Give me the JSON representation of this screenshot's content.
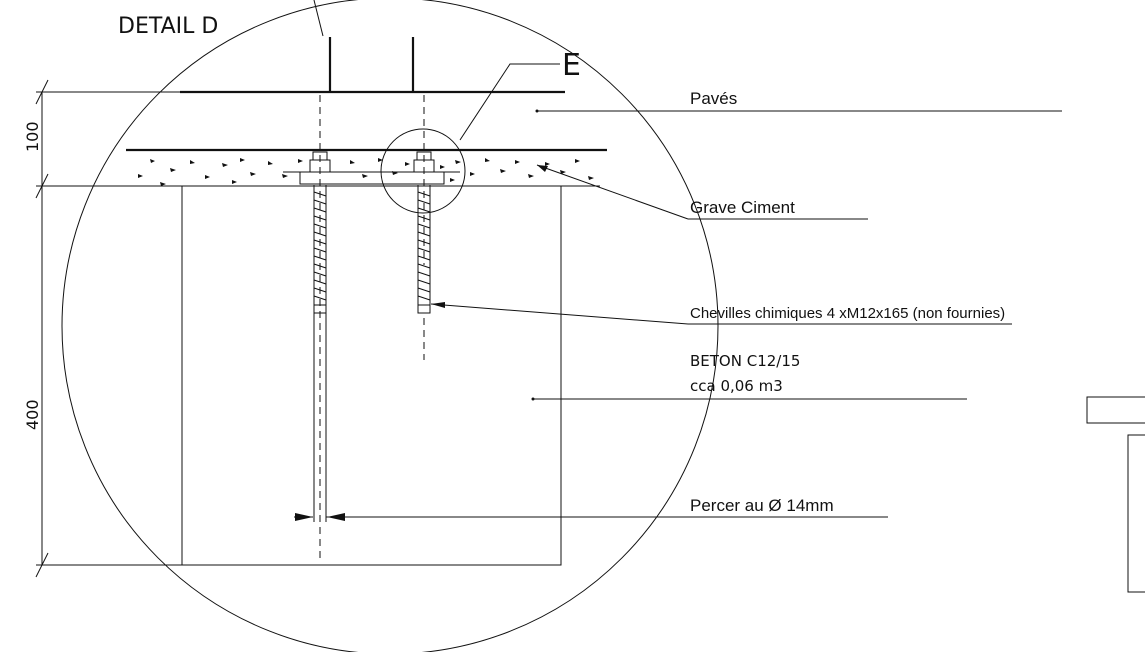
{
  "drawing": {
    "detail_title": "DETAIL D",
    "callout_label": "E",
    "dimensions": {
      "top": "100",
      "main": "400"
    },
    "labels": {
      "paves": "Pavés",
      "grave_ciment": "Grave Ciment",
      "chevilles": "Chevilles chimiques 4 xM12x165 ",
      "chevilles_note": "(non fournies)",
      "beton": "BETON  C12/15",
      "volume": "cca 0,06 m3",
      "percer": "Percer au Ø 14mm"
    }
  }
}
